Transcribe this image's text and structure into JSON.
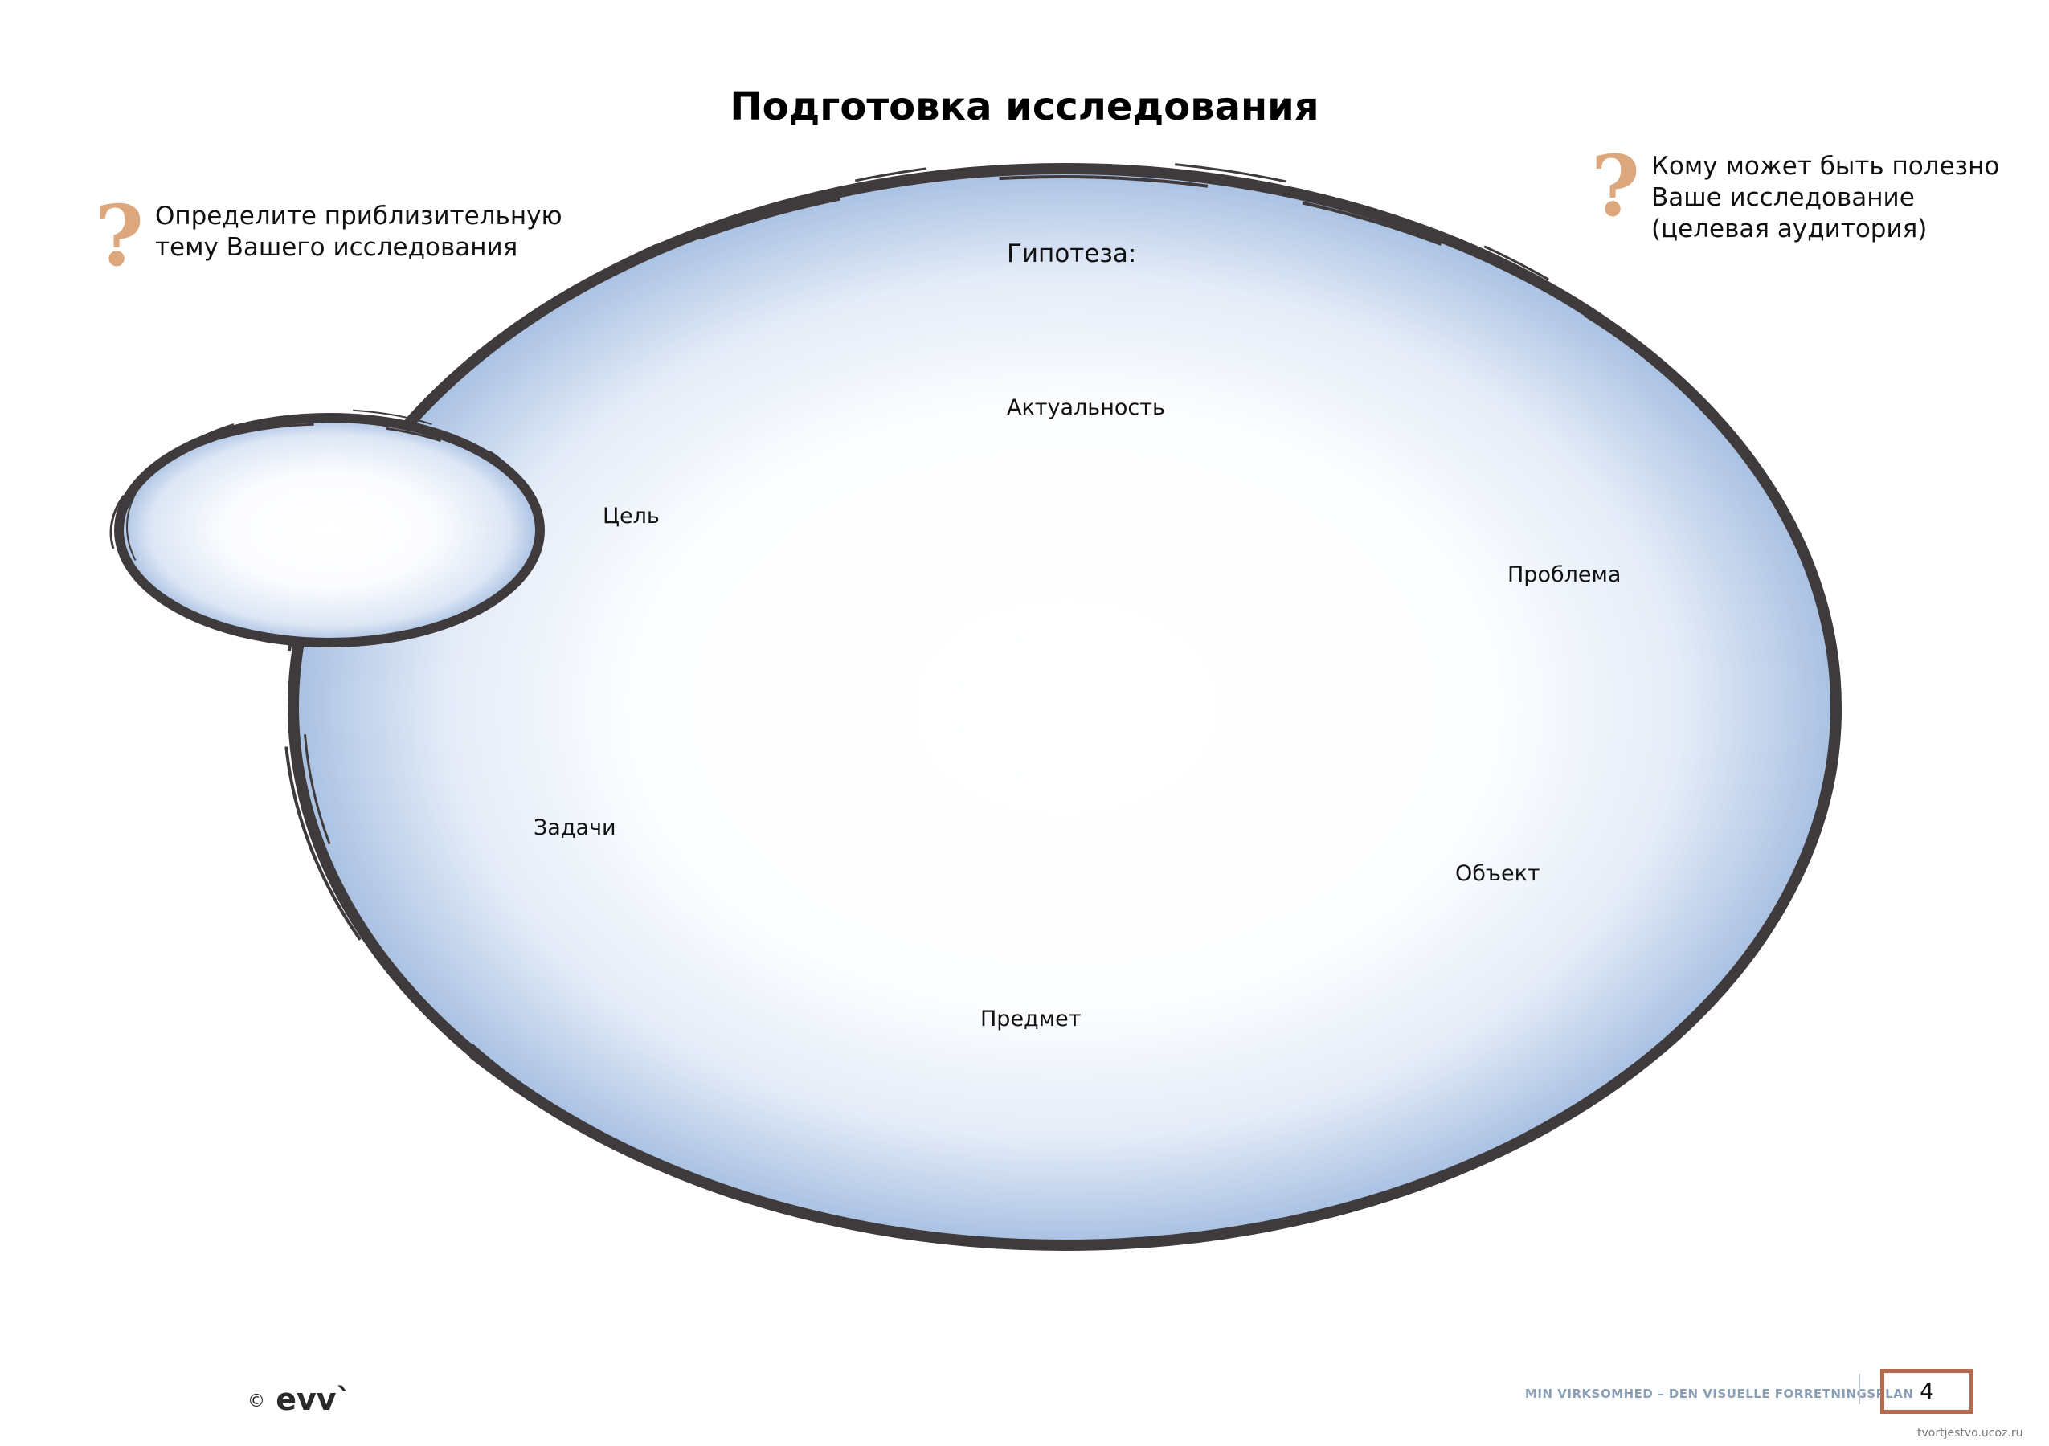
{
  "title": "Подготовка исследования",
  "left_prompt": {
    "icon": "question-mark-icon",
    "lines": [
      "Определите приблизительную",
      "тему Вашего исследования"
    ]
  },
  "right_prompt": {
    "icon": "question-mark-icon",
    "lines": [
      "Кому может быть полезно",
      "Ваше исследование",
      "(целевая аудитория)"
    ]
  },
  "diagram": {
    "labels": {
      "hypothesis": "Гипотеза:",
      "relevance": "Актуальность",
      "goal": "Цель",
      "problem": "Проблема",
      "tasks": "Задачи",
      "object": "Объект",
      "subject": "Предмет"
    }
  },
  "footer": {
    "copyright": "©",
    "logo": "evv`",
    "caption": "MIN VIRKSOMHED – DEN VISUELLE FORRETNINGSPLAN",
    "page_number": "4",
    "watermark": "tvortjestvo.ucoz.ru"
  },
  "colors": {
    "outline": "#3f3b3d",
    "fill_edge": "#a9c0e2",
    "question_mark": "#dca77c",
    "page_box": "#b56a4f"
  }
}
